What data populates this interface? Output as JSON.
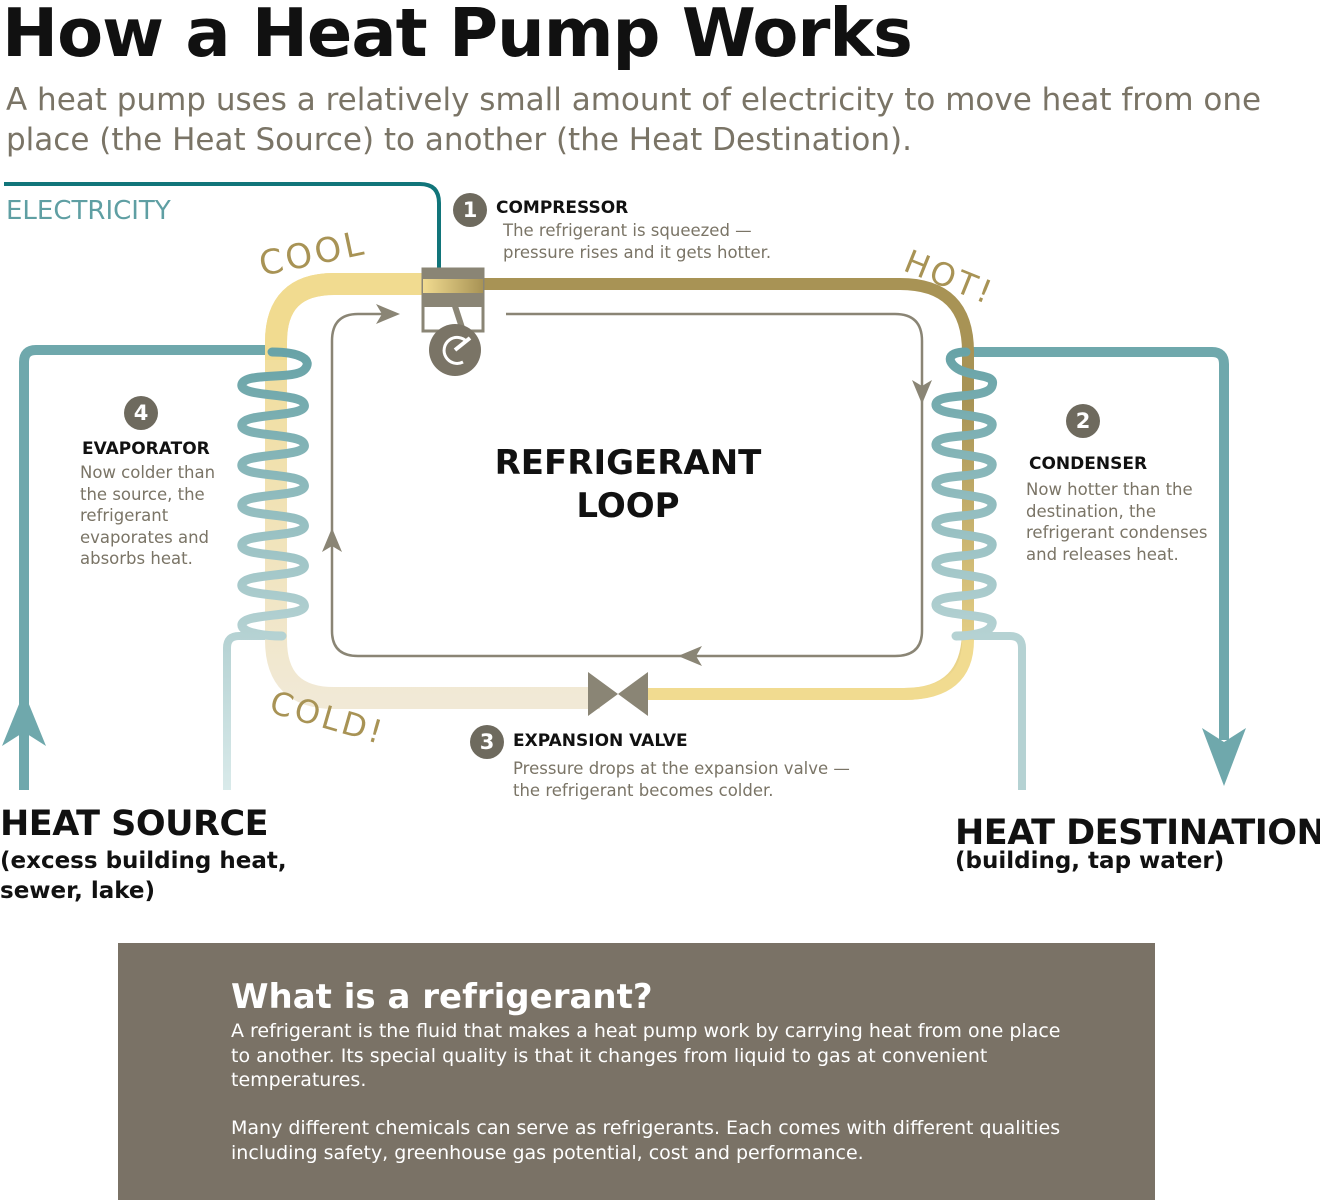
{
  "header": {
    "title": "How a Heat Pump Works",
    "subtitle": "A heat pump uses a relatively small amount of electricity to move heat from one place (the Heat Source) to another (the Heat Destination)."
  },
  "diagram": {
    "electricity_label": "ELECTRICITY",
    "loop_label_line1": "REFRIGERANT",
    "loop_label_line2": "LOOP",
    "temps": {
      "cool": "COOL",
      "hot": "HOT!",
      "cold": "COLD!"
    },
    "steps": [
      {
        "num": "1",
        "title": "COMPRESSOR",
        "text_line1": "The refrigerant is squeezed —",
        "text_line2": "pressure rises and it gets hotter."
      },
      {
        "num": "2",
        "title": "CONDENSER",
        "text": "Now hotter than the destination, the refrigerant condenses and releases heat."
      },
      {
        "num": "3",
        "title": "EXPANSION VALVE",
        "text_line1": "Pressure drops at the expansion valve —",
        "text_line2": "the refrigerant becomes colder."
      },
      {
        "num": "4",
        "title": "EVAPORATOR",
        "text": "Now colder than the source, the refrigerant evaporates and absorbs heat."
      }
    ],
    "heat_source": {
      "label": "HEAT SOURCE",
      "detail": "(excess building heat, sewer, lake)"
    },
    "heat_destination": {
      "label": "HEAT DESTINATION",
      "detail": "(building, tap water)"
    }
  },
  "info_box": {
    "title": "What is a refrigerant?",
    "paragraph1": "A refrigerant is the fluid that makes a heat pump work by carrying heat from one place to another. Its special quality is that it changes from liquid to gas at convenient temperatures.",
    "paragraph2": "Many different chemicals can serve as refrigerants. Each comes with different qualities including safety, greenhouse gas potential, cost and performance."
  },
  "colors": {
    "electricity": "#11757a",
    "water": "#6fa8ac",
    "water_light": "#cfe3e4",
    "refrigerant_hot": "#a89355",
    "refrigerant_cool": "#f0dc94",
    "refrigerant_cold": "#efe8d8",
    "info_box": "#7a7266"
  }
}
